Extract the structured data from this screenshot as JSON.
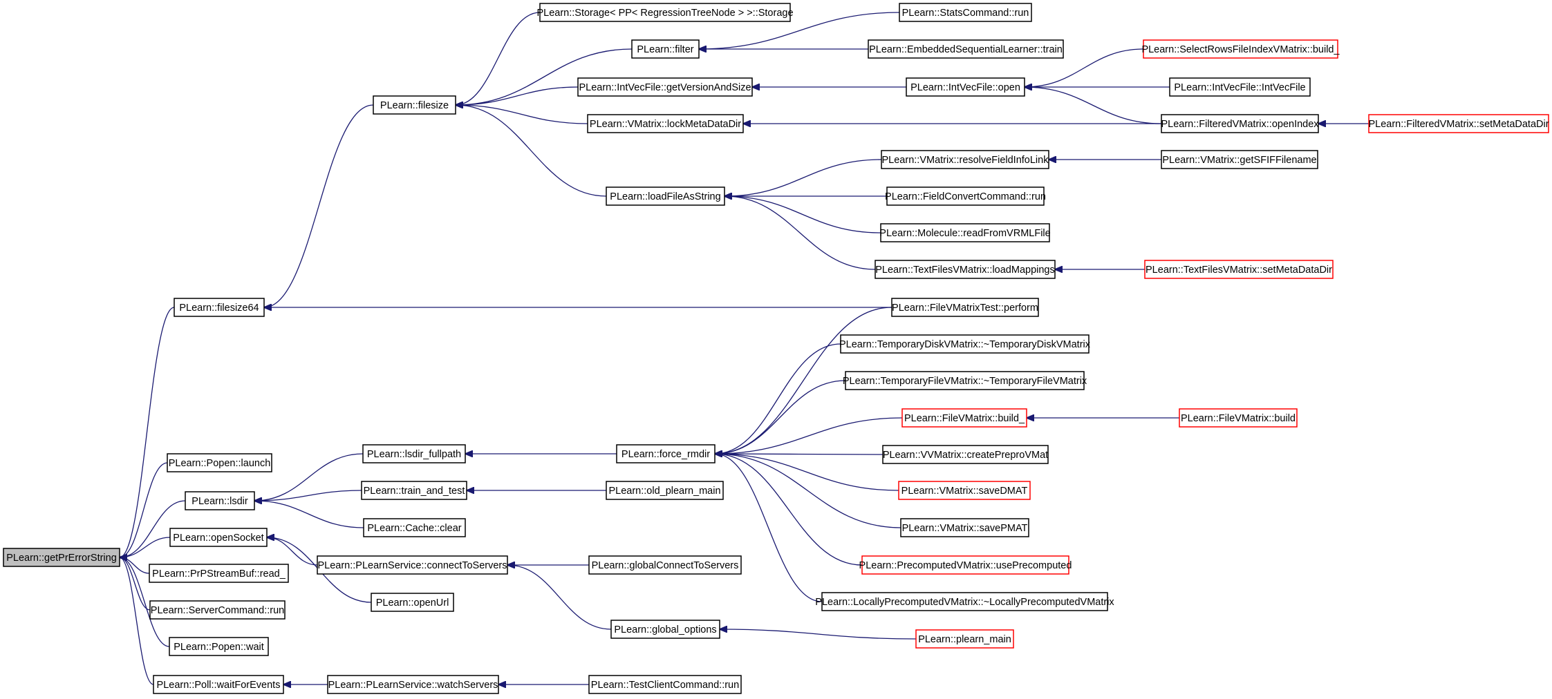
{
  "colors": {
    "edge": "#191970",
    "node_border_black": "#000000",
    "node_border_red": "#ff0000",
    "focus_fill": "#bfbfbf",
    "node_fill": "#ffffff",
    "text": "#000000"
  },
  "nodes": [
    {
      "id": "getPrErrorString",
      "label": "PLearn::getPrErrorString",
      "style": "focus"
    },
    {
      "id": "filesize64",
      "label": "PLearn::filesize64",
      "style": "black"
    },
    {
      "id": "Popen_launch",
      "label": "PLearn::Popen::launch",
      "style": "black"
    },
    {
      "id": "lsdir",
      "label": "PLearn::lsdir",
      "style": "black"
    },
    {
      "id": "openSocket",
      "label": "PLearn::openSocket",
      "style": "black"
    },
    {
      "id": "PrPStreamBuf_read",
      "label": "PLearn::PrPStreamBuf::read_",
      "style": "black"
    },
    {
      "id": "ServerCommand_run",
      "label": "PLearn::ServerCommand::run",
      "style": "black"
    },
    {
      "id": "Popen_wait",
      "label": "PLearn::Popen::wait",
      "style": "black"
    },
    {
      "id": "Poll_waitForEvents",
      "label": "PLearn::Poll::waitForEvents",
      "style": "black"
    },
    {
      "id": "filesize",
      "label": "PLearn::filesize",
      "style": "black"
    },
    {
      "id": "lsdir_fullpath",
      "label": "PLearn::lsdir_fullpath",
      "style": "black"
    },
    {
      "id": "train_and_test",
      "label": "PLearn::train_and_test",
      "style": "black"
    },
    {
      "id": "Cache_clear",
      "label": "PLearn::Cache::clear",
      "style": "black"
    },
    {
      "id": "connectToServers",
      "label": "PLearn::PLearnService::connectToServers",
      "style": "black"
    },
    {
      "id": "openUrl",
      "label": "PLearn::openUrl",
      "style": "black"
    },
    {
      "id": "watchServers",
      "label": "PLearn::PLearnService::watchServers",
      "style": "black"
    },
    {
      "id": "Storage",
      "label": "PLearn::Storage< PP< RegressionTreeNode > >::Storage",
      "style": "black"
    },
    {
      "id": "filter",
      "label": "PLearn::filter",
      "style": "black"
    },
    {
      "id": "getVersionAndSize",
      "label": "PLearn::IntVecFile::getVersionAndSize",
      "style": "black"
    },
    {
      "id": "lockMetaDataDir",
      "label": "PLearn::VMatrix::lockMetaDataDir",
      "style": "black"
    },
    {
      "id": "loadFileAsString",
      "label": "PLearn::loadFileAsString",
      "style": "black"
    },
    {
      "id": "force_rmdir",
      "label": "PLearn::force_rmdir",
      "style": "black"
    },
    {
      "id": "old_plearn_main",
      "label": "PLearn::old_plearn_main",
      "style": "black"
    },
    {
      "id": "globalConnectToServers",
      "label": "PLearn::globalConnectToServers",
      "style": "black"
    },
    {
      "id": "global_options",
      "label": "PLearn::global_options",
      "style": "black"
    },
    {
      "id": "TestClientCommand_run",
      "label": "PLearn::TestClientCommand::run",
      "style": "black"
    },
    {
      "id": "StatsCommand_run",
      "label": "PLearn::StatsCommand::run",
      "style": "black"
    },
    {
      "id": "EmbeddedSequentialLearner_train",
      "label": "PLearn::EmbeddedSequentialLearner::train",
      "style": "black"
    },
    {
      "id": "IntVecFile_open",
      "label": "PLearn::IntVecFile::open",
      "style": "black"
    },
    {
      "id": "resolveFieldInfoLink",
      "label": "PLearn::VMatrix::resolveFieldInfoLink",
      "style": "black"
    },
    {
      "id": "FieldConvertCommand_run",
      "label": "PLearn::FieldConvertCommand::run",
      "style": "black"
    },
    {
      "id": "readFromVRMLFile",
      "label": "PLearn::Molecule::readFromVRMLFile",
      "style": "black"
    },
    {
      "id": "loadMappings",
      "label": "PLearn::TextFilesVMatrix::loadMappings",
      "style": "black"
    },
    {
      "id": "FileVMatrixTest_perform",
      "label": "PLearn::FileVMatrixTest::perform",
      "style": "black"
    },
    {
      "id": "TemporaryDiskVMatrix",
      "label": "PLearn::TemporaryDiskVMatrix::~TemporaryDiskVMatrix",
      "style": "black"
    },
    {
      "id": "TemporaryFileVMatrix",
      "label": "PLearn::TemporaryFileVMatrix::~TemporaryFileVMatrix",
      "style": "black"
    },
    {
      "id": "FileVMatrix_build_",
      "label": "PLearn::FileVMatrix::build_",
      "style": "red"
    },
    {
      "id": "createPreproVMat",
      "label": "PLearn::VVMatrix::createPreproVMat",
      "style": "black"
    },
    {
      "id": "saveDMAT",
      "label": "PLearn::VMatrix::saveDMAT",
      "style": "red"
    },
    {
      "id": "savePMAT",
      "label": "PLearn::VMatrix::savePMAT",
      "style": "black"
    },
    {
      "id": "usePrecomputed",
      "label": "PLearn::PrecomputedVMatrix::usePrecomputed",
      "style": "red"
    },
    {
      "id": "LocallyPrecomputedVMatrix",
      "label": "PLearn::LocallyPrecomputedVMatrix::~LocallyPrecomputedVMatrix",
      "style": "black"
    },
    {
      "id": "plearn_main",
      "label": "PLearn::plearn_main",
      "style": "red"
    },
    {
      "id": "SelectRowsFileIndexVMatrix_build_",
      "label": "PLearn::SelectRowsFileIndexVMatrix::build_",
      "style": "red"
    },
    {
      "id": "IntVecFile_IntVecFile",
      "label": "PLearn::IntVecFile::IntVecFile",
      "style": "black"
    },
    {
      "id": "FilteredVMatrix_openIndex",
      "label": "PLearn::FilteredVMatrix::openIndex",
      "style": "black"
    },
    {
      "id": "getSFIFFilename",
      "label": "PLearn::VMatrix::getSFIFFilename",
      "style": "black"
    },
    {
      "id": "TextFilesVMatrix_setMetaDataDir",
      "label": "PLearn::TextFilesVMatrix::setMetaDataDir",
      "style": "red"
    },
    {
      "id": "FileVMatrix_build",
      "label": "PLearn::FileVMatrix::build",
      "style": "red"
    },
    {
      "id": "FilteredVMatrix_setMetaDataDir",
      "label": "PLearn::FilteredVMatrix::setMetaDataDir",
      "style": "red"
    }
  ],
  "edges": [
    {
      "from": "filesize64",
      "to": "getPrErrorString"
    },
    {
      "from": "Popen_launch",
      "to": "getPrErrorString"
    },
    {
      "from": "lsdir",
      "to": "getPrErrorString"
    },
    {
      "from": "openSocket",
      "to": "getPrErrorString"
    },
    {
      "from": "PrPStreamBuf_read",
      "to": "getPrErrorString"
    },
    {
      "from": "ServerCommand_run",
      "to": "getPrErrorString"
    },
    {
      "from": "Popen_wait",
      "to": "getPrErrorString"
    },
    {
      "from": "Poll_waitForEvents",
      "to": "getPrErrorString"
    },
    {
      "from": "filesize",
      "to": "filesize64"
    },
    {
      "from": "FileVMatrixTest_perform",
      "to": "filesize64"
    },
    {
      "from": "lsdir_fullpath",
      "to": "lsdir"
    },
    {
      "from": "train_and_test",
      "to": "lsdir"
    },
    {
      "from": "Cache_clear",
      "to": "lsdir"
    },
    {
      "from": "connectToServers",
      "to": "openSocket"
    },
    {
      "from": "openUrl",
      "to": "openSocket"
    },
    {
      "from": "watchServers",
      "to": "Poll_waitForEvents"
    },
    {
      "from": "Storage",
      "to": "filesize"
    },
    {
      "from": "filter",
      "to": "filesize"
    },
    {
      "from": "getVersionAndSize",
      "to": "filesize"
    },
    {
      "from": "lockMetaDataDir",
      "to": "filesize"
    },
    {
      "from": "loadFileAsString",
      "to": "filesize"
    },
    {
      "from": "force_rmdir",
      "to": "lsdir_fullpath"
    },
    {
      "from": "old_plearn_main",
      "to": "train_and_test"
    },
    {
      "from": "globalConnectToServers",
      "to": "connectToServers"
    },
    {
      "from": "global_options",
      "to": "connectToServers"
    },
    {
      "from": "TestClientCommand_run",
      "to": "watchServers"
    },
    {
      "from": "StatsCommand_run",
      "to": "filter"
    },
    {
      "from": "EmbeddedSequentialLearner_train",
      "to": "filter"
    },
    {
      "from": "IntVecFile_open",
      "to": "getVersionAndSize"
    },
    {
      "from": "FilteredVMatrix_openIndex",
      "to": "lockMetaDataDir"
    },
    {
      "from": "resolveFieldInfoLink",
      "to": "loadFileAsString"
    },
    {
      "from": "FieldConvertCommand_run",
      "to": "loadFileAsString"
    },
    {
      "from": "readFromVRMLFile",
      "to": "loadFileAsString"
    },
    {
      "from": "loadMappings",
      "to": "loadFileAsString"
    },
    {
      "from": "FileVMatrixTest_perform",
      "to": "force_rmdir"
    },
    {
      "from": "TemporaryDiskVMatrix",
      "to": "force_rmdir"
    },
    {
      "from": "TemporaryFileVMatrix",
      "to": "force_rmdir"
    },
    {
      "from": "FileVMatrix_build_",
      "to": "force_rmdir"
    },
    {
      "from": "createPreproVMat",
      "to": "force_rmdir"
    },
    {
      "from": "saveDMAT",
      "to": "force_rmdir"
    },
    {
      "from": "savePMAT",
      "to": "force_rmdir"
    },
    {
      "from": "usePrecomputed",
      "to": "force_rmdir"
    },
    {
      "from": "LocallyPrecomputedVMatrix",
      "to": "force_rmdir"
    },
    {
      "from": "plearn_main",
      "to": "global_options"
    },
    {
      "from": "SelectRowsFileIndexVMatrix_build_",
      "to": "IntVecFile_open"
    },
    {
      "from": "IntVecFile_IntVecFile",
      "to": "IntVecFile_open"
    },
    {
      "from": "FilteredVMatrix_openIndex",
      "to": "IntVecFile_open"
    },
    {
      "from": "getSFIFFilename",
      "to": "resolveFieldInfoLink"
    },
    {
      "from": "TextFilesVMatrix_setMetaDataDir",
      "to": "loadMappings"
    },
    {
      "from": "FileVMatrix_build",
      "to": "FileVMatrix_build_"
    },
    {
      "from": "FilteredVMatrix_setMetaDataDir",
      "to": "FilteredVMatrix_openIndex"
    }
  ]
}
